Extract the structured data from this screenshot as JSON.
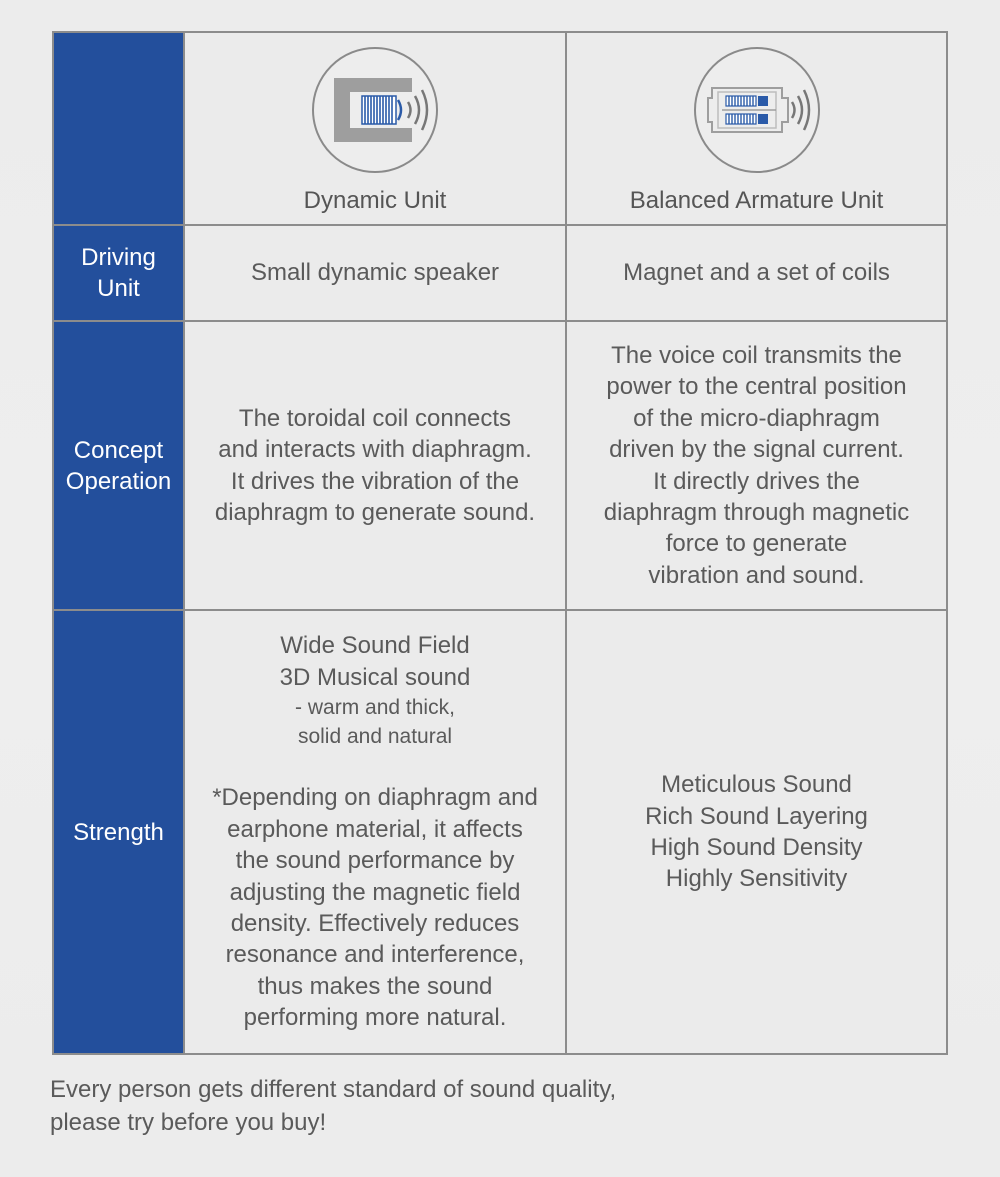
{
  "header": {
    "col1": {
      "label": "Dynamic Unit",
      "icon": "dynamic-driver-icon"
    },
    "col2": {
      "label": "Balanced Armature Unit",
      "icon": "balanced-armature-icon"
    }
  },
  "rows": {
    "driving": {
      "label_lines": [
        "Driving",
        "Unit"
      ],
      "col1": "Small dynamic speaker",
      "col2": "Magnet and a set of coils"
    },
    "concept": {
      "label_lines": [
        "Concept",
        "Operation"
      ],
      "col1_lines": [
        "The toroidal coil connects",
        "and interacts with diaphragm.",
        "It drives the vibration of the",
        "diaphragm to generate sound."
      ],
      "col2_lines": [
        "The voice coil transmits the",
        "power to the central position",
        "of the micro-diaphragm",
        "driven by the signal current.",
        "It directly drives the",
        "diaphragm through magnetic",
        "force to generate",
        "vibration and sound."
      ]
    },
    "strength": {
      "label": "Strength",
      "col1_head": [
        "Wide Sound Field",
        "3D Musical sound"
      ],
      "col1_sub": [
        " - warm and thick,",
        "solid and natural"
      ],
      "col1_note": [
        "*Depending on diaphragm and",
        "earphone material, it affects",
        "the sound performance by",
        "adjusting the magnetic field",
        "density. Effectively reduces",
        "resonance and interference,",
        "thus makes the sound",
        "performing more natural."
      ],
      "col2_lines": [
        "Meticulous Sound",
        "Rich Sound Layering",
        "High Sound Density",
        "Highly Sensitivity"
      ]
    }
  },
  "footer": {
    "lines": [
      "Every person gets different standard of sound quality,",
      "please try before you buy!"
    ]
  },
  "colors": {
    "accent": "#234f9c",
    "border": "#8c8c8c",
    "text": "#555555"
  }
}
